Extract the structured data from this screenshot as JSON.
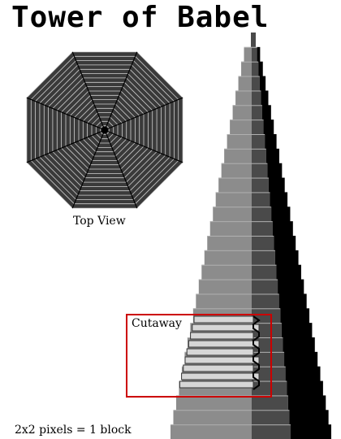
{
  "title": "Tower of Babel",
  "top_view_label": "Top View",
  "cutaway_label": "Cutaway",
  "scale_note": "2x2 pixels = 1 block",
  "colors": {
    "background": "#ffffff",
    "ink": "#000000",
    "face_light": "#8c8c8c",
    "face_mid": "#4a4a4a",
    "face_dark": "#000000",
    "top_view_fill": "#3a3a3a",
    "cutaway_fill": "#d6d6d6",
    "cutaway_frame": "#cc0000"
  },
  "tower": {
    "tiers": 28
  },
  "top_view": {
    "shape": "octagon",
    "rings": 18
  }
}
